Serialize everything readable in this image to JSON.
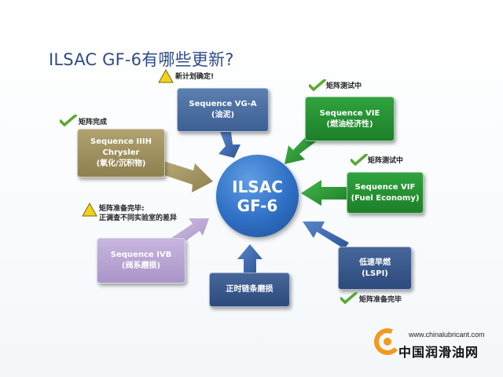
{
  "title": "ILSAC GF-6有哪些更新?",
  "center": {
    "line1": "ILSAC",
    "line2": "GF-6"
  },
  "boxes": {
    "vga": {
      "line1": "Sequence VG-A",
      "line2": "(油泥)"
    },
    "vie": {
      "line1": "Sequence VIE",
      "line2": "(燃油经济性)"
    },
    "iiih": {
      "line1": "Sequence IIIH",
      "line2": "Chrysler",
      "line3": "(氧化/沉积物)"
    },
    "vif": {
      "line1": "Sequence VIF",
      "line2": "(Fuel Economy)"
    },
    "ivb": {
      "line1": "Sequence IVB",
      "line2": "(阀系磨损)"
    },
    "lspi": {
      "line1": "低速早燃",
      "line2": "(LSPI)"
    },
    "chain": {
      "line1": "正时链条磨损"
    }
  },
  "statuses": {
    "vga": "新计划确定!",
    "vie": "矩阵测试中",
    "iiih": "矩阵完成",
    "vif": "矩阵测试中",
    "ivb_1": "矩阵准备完毕:",
    "ivb_2": "正调查不同实验室的差异",
    "lspi": "矩阵准备完毕"
  },
  "status_icons": {
    "vga": "warning-icon",
    "vie": "checkmark-icon",
    "iiih": "checkmark-icon",
    "vif": "checkmark-icon",
    "ivb": "warning-icon",
    "lspi": "checkmark-icon"
  },
  "colors": {
    "check": "#5aa832",
    "warning": "#f2d21b",
    "arrow_blue": "#3a64a8",
    "arrow_green": "#2d9a36",
    "arrow_khaki": "#a4955f",
    "arrow_lavender": "#b7a6d4"
  },
  "watermark": {
    "url": "www.chinalubricant.com",
    "name": "中国润滑油网"
  }
}
